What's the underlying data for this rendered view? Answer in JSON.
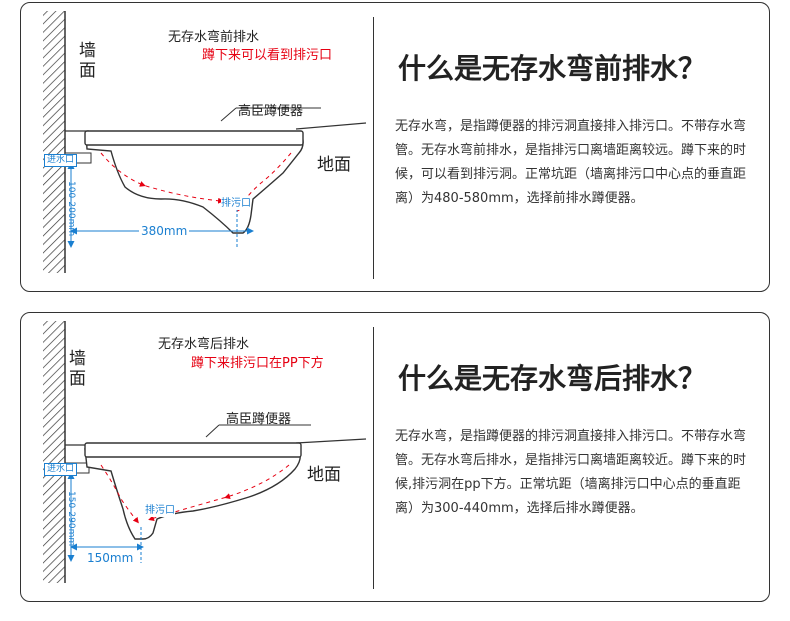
{
  "panels": [
    {
      "diagram": {
        "title": "无存水弯前排水",
        "subtitle": "蹲下来可以看到排污口",
        "wall_label": "墙面",
        "toilet_label": "高臣蹲便器",
        "ground_label": "地面",
        "inlet_label": "进水口",
        "outlet_label": "排污口",
        "vertical_dim": "100-200mm",
        "horizontal_dim": "380mm"
      },
      "heading": "什么是无存水弯前排水？",
      "description": "无存水弯，是指蹲便器的排污洞直接排入排污口。不带存水弯管。无存水弯前排水，是指排污口离墙距离较远。蹲下来的时候，可以看到排污洞。正常坑距（墙离排污口中心点的垂直距离）为480-580mm，选择前排水蹲便器。"
    },
    {
      "diagram": {
        "title": "无存水弯后排水",
        "subtitle": "蹲下来排污口在PP下方",
        "wall_label": "墙面",
        "toilet_label": "高臣蹲便器",
        "ground_label": "地面",
        "inlet_label": "进水口",
        "outlet_label": "排污口",
        "vertical_dim": "150-290mm",
        "horizontal_dim": "150mm"
      },
      "heading": "什么是无存水弯后排水？",
      "description": "无存水弯，是指蹲便器的排污洞直接排入排污口。不带存水弯管。无存水弯后排水，是指排污口离墙距离较近。蹲下来的时候,排污洞在pp下方。正常坑距（墙离排污口中心点的垂直距离）为300-440mm，选择后排水蹲便器。"
    }
  ],
  "colors": {
    "accent_red": "#e60012",
    "dimension_blue": "#1a7fd0",
    "line": "#333333"
  }
}
